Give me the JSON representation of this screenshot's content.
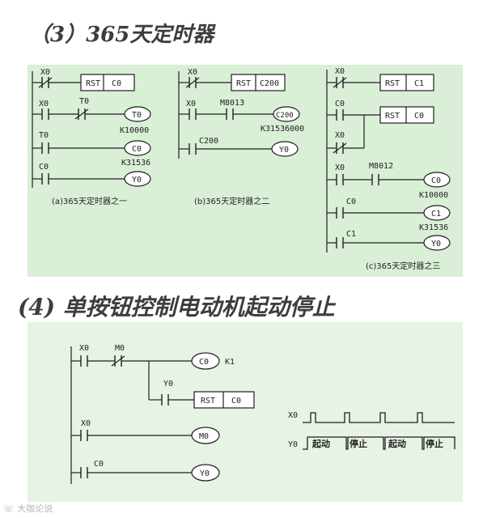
{
  "headings": {
    "section3": "（3）365天定时器",
    "section4": "(4) 单按钮控制电动机起动停止"
  },
  "diagram_a": {
    "caption": "(a)365天定时器之一",
    "rungs": {
      "r1_contact": "X0",
      "r1_box": [
        "RST",
        "C0"
      ],
      "r2_contact": "X0",
      "r2_contact2": "T0",
      "r2_coil": "T0",
      "r2_const": "K10000",
      "r3_contact": "T0",
      "r3_coil": "C0",
      "r3_const": "K31536",
      "r4_contact": "C0",
      "r4_coil": "Y0"
    }
  },
  "diagram_b": {
    "caption": "(b)365天定时器之二",
    "rungs": {
      "r1_contact": "X0",
      "r1_box": [
        "RST",
        "C200"
      ],
      "r2_contact": "X0",
      "r2_contact2": "M8013",
      "r2_coil": "C200",
      "r2_const": "K31536000",
      "r3_contact": "C200",
      "r3_coil": "Y0"
    }
  },
  "diagram_c": {
    "caption": "(c)365天定时器之三",
    "rungs": {
      "r1_contact": "X0",
      "r1_box": [
        "RST",
        "C1"
      ],
      "r2_contact": "C0",
      "r2_box": [
        "RST",
        "C0"
      ],
      "r2b_contact": "X0",
      "r3_contact": "X0",
      "r3_contact2": "M8012",
      "r3_coil": "C0",
      "r3_const": "K10000",
      "r4_contact": "C0",
      "r4_coil": "C1",
      "r4_const": "K31536",
      "r5_contact": "C1",
      "r5_coil": "Y0"
    }
  },
  "diagram_4": {
    "rungs": {
      "r1_contact": "X0",
      "r1_contact2": "M0",
      "r1_coil": "C0",
      "r1_coil_note": "K1",
      "r1b_contact": "Y0",
      "r1b_box": [
        "RST",
        "C0"
      ],
      "r2_contact": "X0",
      "r2_coil": "M0",
      "r3_contact": "C0",
      "r3_coil": "Y0"
    },
    "timing": {
      "x_label": "X0",
      "y_label": "Y0",
      "states": [
        "起动",
        "停止",
        "起动",
        "停止"
      ]
    }
  },
  "watermark": "大咖论说",
  "colors": {
    "panel": "#d9efd6",
    "line": "#1f1f1f",
    "heading": "#3d3d3d"
  }
}
